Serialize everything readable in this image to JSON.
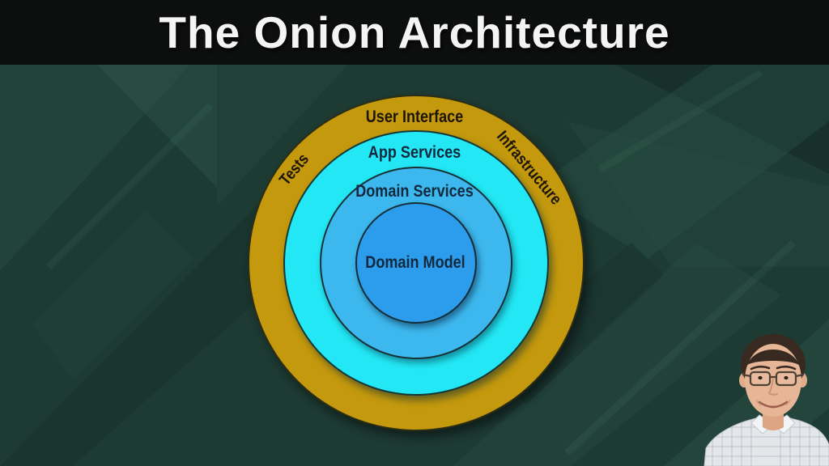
{
  "title_bar": {
    "title": "The Onion Architecture",
    "background_color": "#0D0E0E",
    "text_color": "#F4F4F4"
  },
  "background": {
    "base_color": "#1D3A33",
    "style": "dark teal with diagonal brushed geometric texture"
  },
  "diagram": {
    "type": "concentric-onion-diagram",
    "rings": [
      {
        "label": "User Interface",
        "color": "#C4990D"
      },
      {
        "label": "App Services",
        "color": "#23E7F4"
      },
      {
        "label": "Domain Services",
        "color": "#3DB8EE"
      },
      {
        "label": "Domain Model",
        "color": "#2C9CEC"
      }
    ],
    "side_labels": [
      {
        "label": "Tests",
        "side": "left-of-outer-ring"
      },
      {
        "label": "Infrastructure",
        "side": "right-of-outer-ring"
      }
    ],
    "label_color_on_gold": "#1D1505",
    "label_color_on_blue": "#13293D"
  },
  "presenter": {
    "photo": "man with glasses and plaid shirt, bottom-right corner"
  }
}
